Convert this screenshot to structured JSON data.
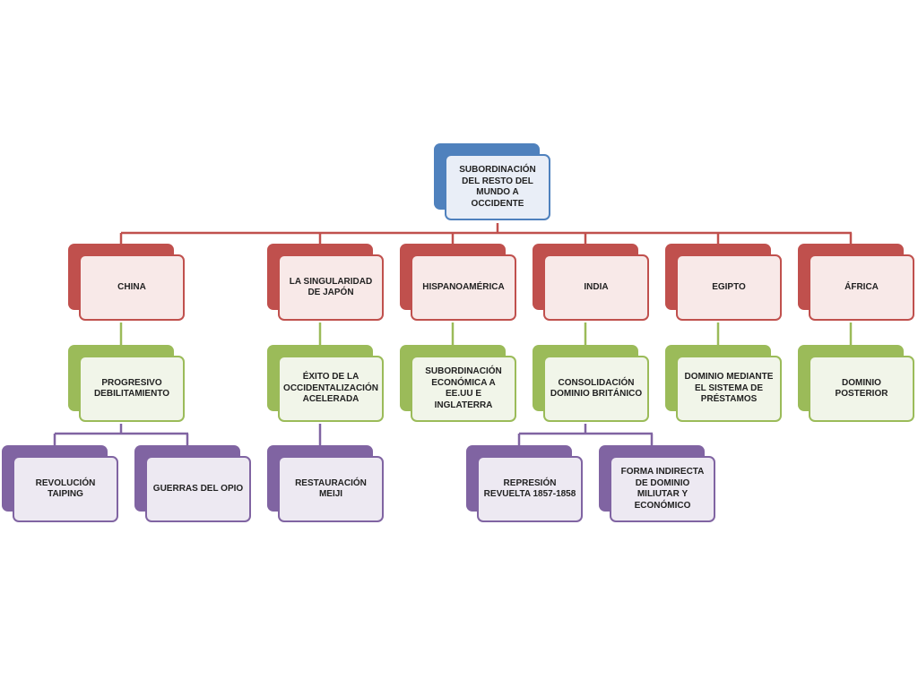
{
  "colors": {
    "level0": "#4f81bd",
    "level1": "#c0504d",
    "level2": "#9bbb59",
    "level3": "#8064a2"
  },
  "root": {
    "label": "SUBORDINACIÓN DEL RESTO DEL MUNDO A OCCIDENTE"
  },
  "regions": [
    {
      "label": "CHINA",
      "outcome": "PROGRESIVO DEBILITAMIENTO",
      "details": [
        "REVOLUCIÓN TAIPING",
        "GUERRAS DEL OPIO"
      ]
    },
    {
      "label": "LA SINGULARIDAD DE JAPÓN",
      "outcome": "ÉXITO DE LA OCCIDENTALIZACIÓN ACELERADA",
      "details": [
        "RESTAURACIÓN MEIJI"
      ]
    },
    {
      "label": "HISPANOAMÉRICA",
      "outcome": "SUBORDINACIÓN ECONÓMICA A EE.UU E INGLATERRA",
      "details": []
    },
    {
      "label": "INDIA",
      "outcome": "CONSOLIDACIÓN DOMINIO BRITÁNICO",
      "details": [
        "REPRESIÓN REVUELTA 1857-1858",
        "FORMA INDIRECTA DE DOMINIO MILIUTAR Y ECONÓMICO"
      ]
    },
    {
      "label": "EGIPTO",
      "outcome": "DOMINIO MEDIANTE EL SISTEMA DE PRÉSTAMOS",
      "details": []
    },
    {
      "label": "ÁFRICA",
      "outcome": "DOMINIO POSTERIOR",
      "details": []
    }
  ]
}
